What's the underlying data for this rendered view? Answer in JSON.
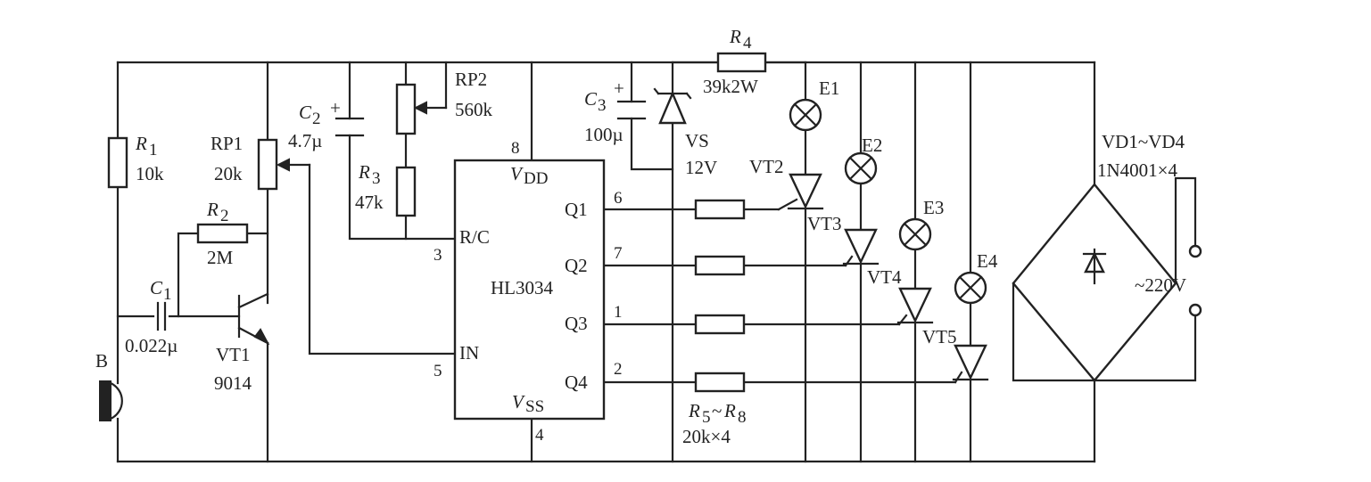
{
  "components": {
    "r1": {
      "ref": "R",
      "sub": "1",
      "value": "10k"
    },
    "rp1": {
      "ref": "RP1",
      "value": "20k"
    },
    "r2": {
      "ref": "R",
      "sub": "2",
      "value": "2M"
    },
    "c1": {
      "ref": "C",
      "sub": "1",
      "value": "0.022µ"
    },
    "b": {
      "ref": "B"
    },
    "vt1": {
      "ref": "VT1",
      "value": "9014"
    },
    "c2": {
      "ref": "C",
      "sub": "2",
      "polarity": "+",
      "value": "4.7µ"
    },
    "rp2": {
      "ref": "RP2",
      "value": "560k"
    },
    "r3": {
      "ref": "R",
      "sub": "3",
      "value": "47k"
    },
    "c3": {
      "ref": "C",
      "sub": "3",
      "polarity": "+",
      "value": "100µ"
    },
    "vs": {
      "ref": "VS",
      "value": "12V"
    },
    "r4": {
      "ref": "R",
      "sub": "4",
      "value": "39k2W"
    },
    "r5r8": {
      "ref_a": "R",
      "sub_a": "5",
      "range_sep": "~",
      "ref_b": "R",
      "sub_b": "8",
      "value": "20k×4"
    },
    "lamps": [
      "E1",
      "E2",
      "E3",
      "E4"
    ],
    "scrs": [
      "VT2",
      "VT3",
      "VT4",
      "VT5"
    ],
    "bridge": {
      "ref": "VD1~VD4",
      "value": "1N4001×4"
    },
    "mains": {
      "label": "~220V"
    }
  },
  "ic": {
    "name": "HL3034",
    "vdd": {
      "base": "V",
      "sub": "DD"
    },
    "vss": {
      "base": "V",
      "sub": "SS"
    },
    "pins": {
      "vdd": "8",
      "rc": "3",
      "in": "5",
      "vss": "4",
      "q1": "6",
      "q2": "7",
      "q3": "1",
      "q4": "2"
    },
    "pin_labels": {
      "rc": "R/C",
      "in": "IN",
      "q1": "Q1",
      "q2": "Q2",
      "q3": "Q3",
      "q4": "Q4"
    }
  }
}
